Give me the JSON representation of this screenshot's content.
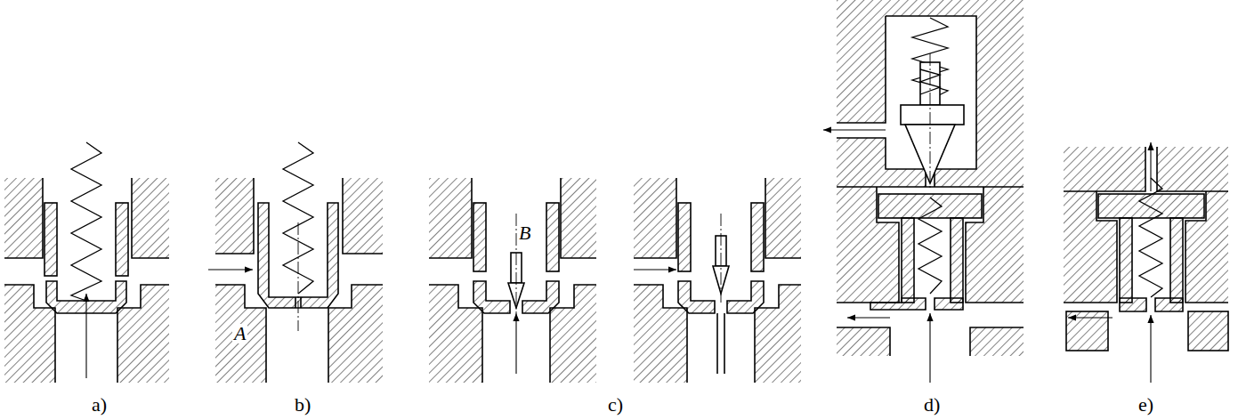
{
  "diagram": {
    "labels": [
      "A",
      "B",
      "a)",
      "b)",
      "c)",
      "d)",
      "e)"
    ]
  }
}
